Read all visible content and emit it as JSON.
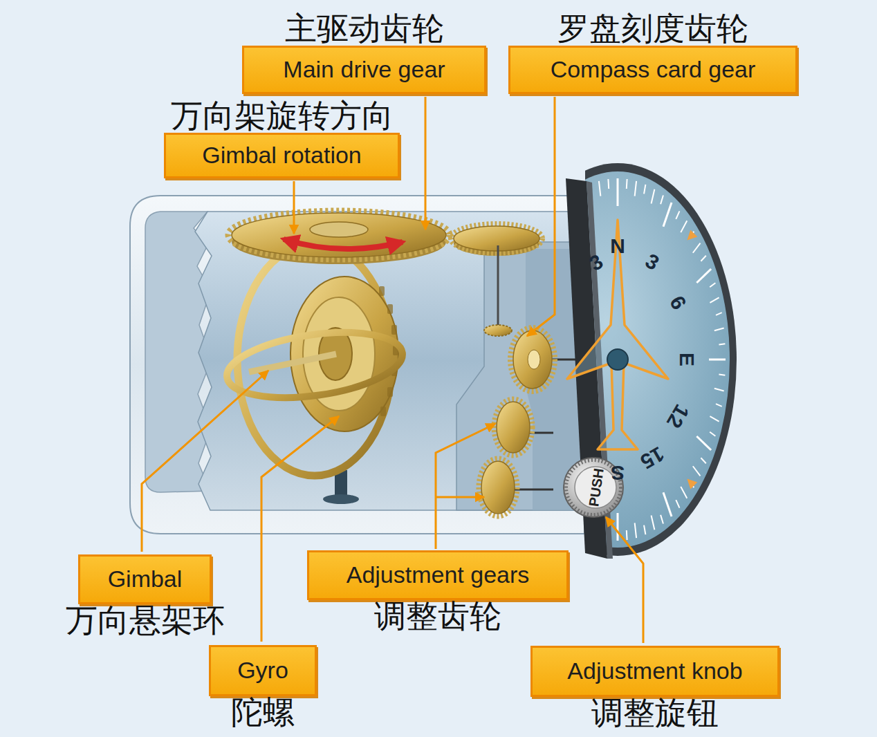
{
  "diagram": {
    "nodes": [
      {
        "text": [
          "主驱动齿轮",
          "Main drive gear"
        ]
      },
      {
        "text": [
          "罗盘刻度齿轮",
          "Compass card gear"
        ]
      },
      {
        "text": [
          "万向架旋转方向",
          "Gimbal rotation"
        ]
      },
      {
        "text": [
          "Gimbal",
          "万向悬架环"
        ]
      },
      {
        "text": [
          "Gyro",
          "陀螺"
        ]
      },
      {
        "text": [
          "Adjustment gears",
          "调整齿轮"
        ]
      },
      {
        "text": [
          "Adjustment knob",
          "调整旋钮"
        ]
      }
    ],
    "labels": [
      "N",
      "3",
      "6",
      "E",
      "12",
      "15",
      "S",
      "3",
      "PUSH"
    ]
  }
}
